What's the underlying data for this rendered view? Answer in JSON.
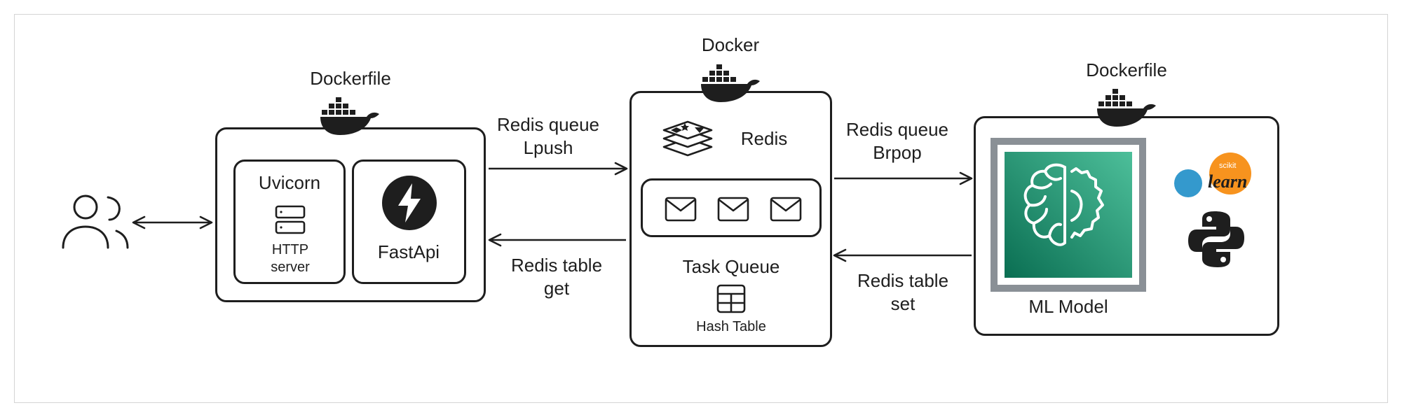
{
  "labels": {
    "api_container": "Dockerfile",
    "redis_container": "Docker",
    "ml_container": "Dockerfile",
    "uvicorn": "Uvicorn",
    "http_server": "HTTP\nserver",
    "fastapi": "FastApi",
    "redis": "Redis",
    "task_queue": "Task Queue",
    "hash_table": "Hash Table",
    "ml_model": "ML Model",
    "scikit_logo_text": "learn",
    "scikit_small_text": "scikit"
  },
  "arrows": {
    "push_label": "Redis queue\nLpush",
    "get_label": "Redis table\nget",
    "pop_label": "Redis queue\nBrpop",
    "set_label": "Redis table\nset"
  },
  "icons": {
    "user": "users-icon",
    "docker": "docker-whale-icon",
    "server": "server-icon",
    "fastapi": "lightning-bolt-icon",
    "redis": "redis-stack-icon",
    "message": "envelope-icon",
    "table": "table-grid-icon",
    "ml": "brain-gear-icon",
    "sklearn": "scikit-learn-logo",
    "python": "python-logo"
  },
  "colors": {
    "stroke": "#1e1e1e",
    "ml_gradient_start": "#0a6e52",
    "ml_gradient_end": "#4dbf9a",
    "ml_border": "#8a9096",
    "sklearn_orange": "#f7931e",
    "sklearn_blue": "#3499cd"
  }
}
